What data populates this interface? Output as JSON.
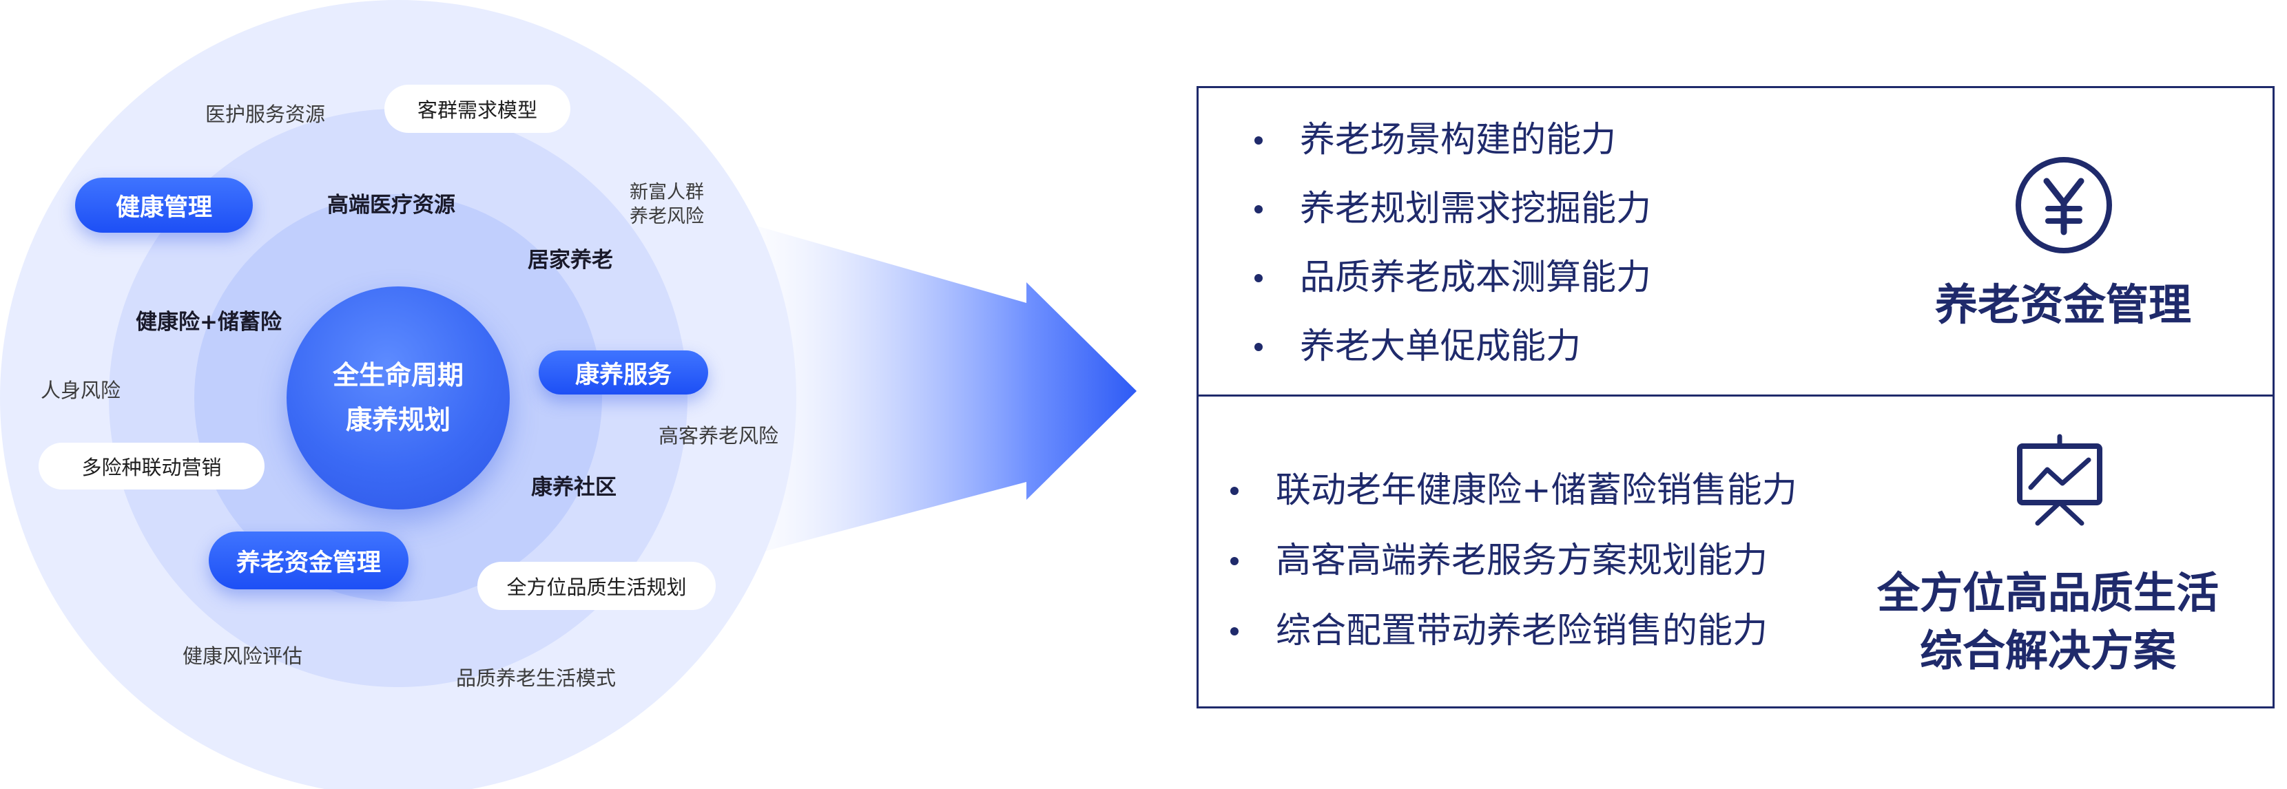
{
  "diagram": {
    "core": {
      "line1": "全生命周期",
      "line2": "康养规划"
    },
    "inner_ring": {
      "high_end_medical": "高端医疗资源",
      "home_care": "居家养老",
      "health_savings": "健康险+储蓄险",
      "care_community": "康养社区",
      "care_services": "康养服务"
    },
    "middle_ring": {
      "health_management": "健康管理",
      "multi_insurance_marketing": "多险种联动营销",
      "pension_fund_management": "养老资金管理",
      "customer_demand_model": "客群需求模型",
      "all_round_planning": "全方位品质生活规划"
    },
    "outer_ring": {
      "medical_resources": "医护服务资源",
      "new_wealth_risk": "新富人群\n养老风险",
      "personal_risk": "人身风险",
      "high_net_pension_risk": "高客养老风险",
      "health_risk_assessment": "健康风险评估",
      "quality_lifestyle": "品质养老生活模式"
    }
  },
  "panels": {
    "top": {
      "bullets": [
        "养老场景构建的能力",
        "养老规划需求挖掘能力",
        "品质养老成本测算能力",
        "养老大单促成能力"
      ],
      "icon": "yen-coin-icon",
      "title": "养老资金管理"
    },
    "bottom": {
      "bullets": [
        "联动老年健康险+储蓄险销售能力",
        "高客高端养老服务方案规划能力",
        "综合配置带动养老险销售的能力"
      ],
      "icon": "presentation-chart-icon",
      "title_line1": "全方位高品质生活",
      "title_line2": "综合解决方案"
    }
  },
  "colors": {
    "navy": "#1f2a6b",
    "accent_blue": "#2452f2",
    "ring_outer": "#e8edff",
    "ring_middle": "#d5defe",
    "ring_inner": "#c1cffd"
  }
}
